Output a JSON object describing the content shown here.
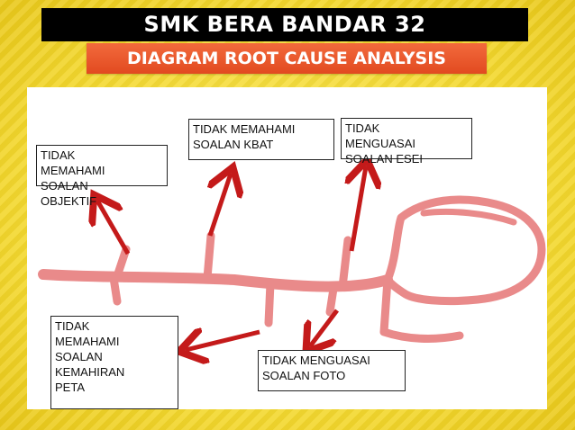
{
  "header": {
    "title": "SMK BERA BANDAR 32",
    "subtitle": "DIAGRAM ROOT CAUSE ANALYSIS"
  },
  "colors": {
    "background": "#f7e24a",
    "title_bar": "#000000",
    "subtitle_bar": "#e8532a",
    "fishbone": "#e98a8a",
    "arrow": "#c41a1a"
  },
  "causes": {
    "objektif": "TIDAK\nMEMAHAMI\nSOALAN\nOBJEKTIF",
    "kbat": "TIDAK MEMAHAMI\nSOALAN KBAT",
    "esei": "TIDAK\nMENGUASAI\nSOALAN ESEI",
    "peta": "TIDAK\nMEMAHAMI\nSOALAN\nKEMAHIRAN\nPETA",
    "foto": "TIDAK MENGUASAI\nSOALAN FOTO"
  }
}
